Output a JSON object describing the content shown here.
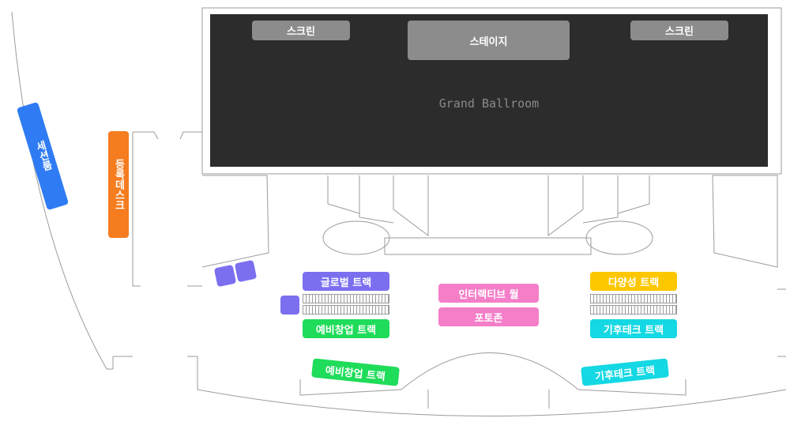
{
  "ballroom": {
    "name": "Grand Ballroom"
  },
  "stage": {
    "screen_left": "스크린",
    "stage": "스테이지",
    "screen_right": "스크린"
  },
  "side": {
    "session_room": "세션룸",
    "registration_desk": "등록데스크"
  },
  "tracks": {
    "global": "글로벌 트랙",
    "startup_upper": "예비창업 트랙",
    "startup_lower": "예비창업 트랙",
    "interactive_wall": "인터랙티브 월",
    "photo_zone": "포토존",
    "diversity": "다양성 트랙",
    "climate_tech_upper": "기후테크 트랙",
    "climate_tech_lower": "기후테크 트랙"
  },
  "colors": {
    "hall": "#2d2c2c",
    "screen": "#8c8c8c",
    "session_room": "#2f7bf3",
    "registration": "#f57c1f",
    "global": "#7b6ff0",
    "startup": "#1fdc5a",
    "interactive": "#f47ec8",
    "diversity": "#fdc700",
    "climate": "#14d8e3"
  }
}
